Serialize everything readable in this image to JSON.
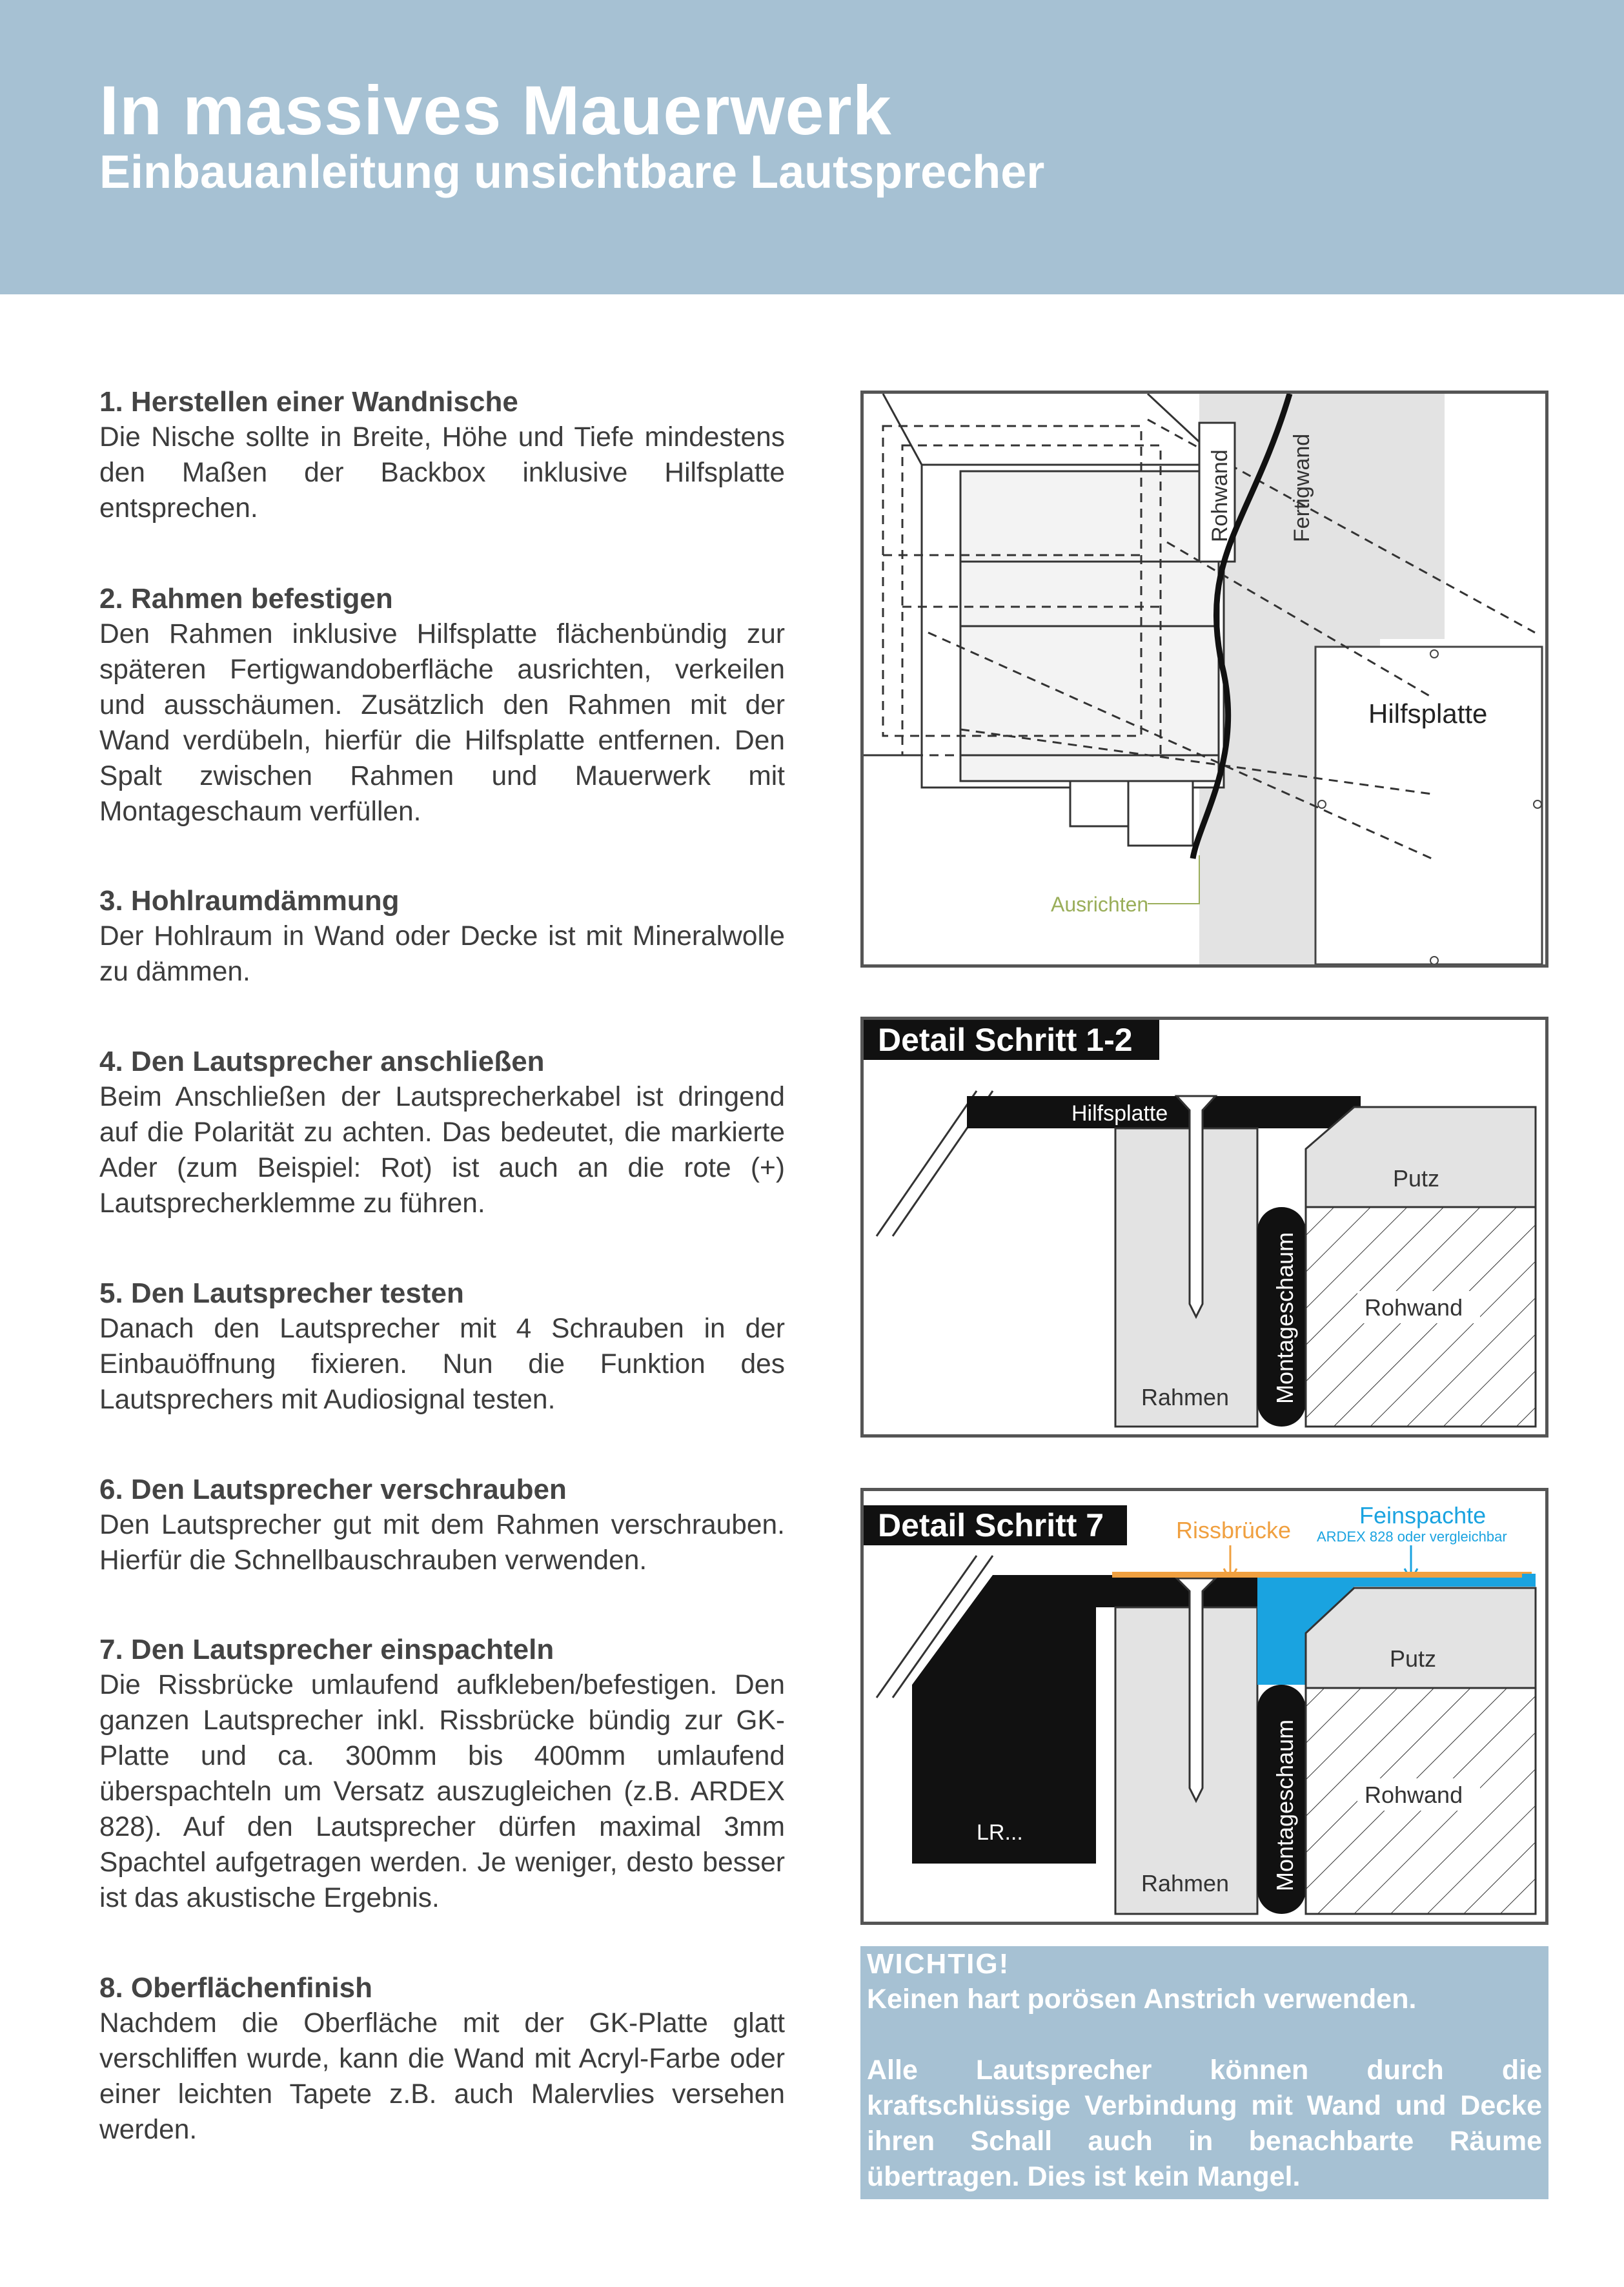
{
  "header": {
    "title": "In massives Mauerwerk",
    "subtitle": "Einbauanleitung unsichtbare Lautsprecher"
  },
  "steps": [
    {
      "title": "1. Herstellen einer Wandnische",
      "text": "Die Nische sollte in Breite, Höhe und Tiefe mindestens den Maßen der Backbox inklusive Hilfsplatte entsprechen."
    },
    {
      "title": "2. Rahmen befestigen",
      "text": "Den Rahmen inklusive Hilfsplatte flächenbündig zur späteren Fertigwandoberfläche ausrichten, verkeilen und ausschäumen. Zusätzlich den Rahmen mit der Wand verdübeln, hierfür die Hilfsplatte entfernen. Den Spalt zwischen Rahmen und Mauerwerk mit Montageschaum verfüllen."
    },
    {
      "title": "3. Hohlraumdämmung",
      "text": "Der Hohlraum in Wand oder Decke ist mit Mineralwolle zu dämmen."
    },
    {
      "title": "4. Den Lautsprecher anschließen",
      "text": "Beim Anschließen der Lautsprecherkabel ist dringend auf die Polarität zu achten. Das bedeutet, die markierte Ader (zum Beispiel: Rot) ist auch an die rote (+) Lautsprecherklemme zu führen."
    },
    {
      "title": "5. Den Lautsprecher testen",
      "text": "Danach den Lautsprecher mit 4 Schrauben in der Einbauöffnung fixieren. Nun die Funktion des Lautsprechers mit Audiosignal testen."
    },
    {
      "title": "6. Den Lautsprecher verschrauben",
      "text": "Den Lautsprecher gut mit dem Rahmen verschrauben. Hierfür die Schnellbauschrauben verwenden."
    },
    {
      "title": "7. Den Lautsprecher einspachteln",
      "text": "Die Rissbrücke umlaufend aufkleben/befestigen. Den ganzen Lautsprecher inkl. Rissbrücke bündig zur GK-Platte und ca. 300mm bis 400mm umlaufend überspachteln um Versatz auszugleichen (z.B. ARDEX 828). Auf den Lautsprecher dürfen maximal 3mm Spachtel aufgetragen werden. Je weniger, desto besser ist das akustische Ergebnis."
    },
    {
      "title": "8. Oberflächenfinish",
      "text": "Nachdem die Oberfläche mit der GK-Platte glatt verschliffen wurde, kann die Wand mit Acryl-Farbe oder einer leichten Tapete z.B. auch Malervlies versehen werden."
    }
  ],
  "figure1": {
    "rohwand": "Rohwand",
    "fertigwand": "Fertigwand",
    "hilfsplatte": "Hilfsplatte",
    "ausrichten": "Ausrichten"
  },
  "figure2": {
    "title": "Detail Schritt 1-2",
    "hilfsplatte": "Hilfsplatte",
    "putz": "Putz",
    "rohwand": "Rohwand",
    "montageschaum": "Montageschaum",
    "rahmen": "Rahmen"
  },
  "figure3": {
    "title": "Detail Schritt 7",
    "rissbruecke": "Rissbrücke",
    "feinspachte": "Feinspachte",
    "feinspachte_note": "ARDEX 828 oder vergleichbar",
    "putz": "Putz",
    "rohwand": "Rohwand",
    "montageschaum": "Montageschaum",
    "rahmen": "Rahmen",
    "lr": "LR..."
  },
  "note": {
    "title": "WICHTIG!",
    "line1": "Keinen hart porösen Anstrich verwenden.",
    "line2": "Alle Lautsprecher können durch die kraftschlüssige Verbindung mit Wand und Decke ihren Schall auch in benachbarte Räume übertragen. Dies ist kein Mangel."
  },
  "colors": {
    "header_bg": "#a6c1d3",
    "rissbruecke": "#f0a040",
    "feinspachte": "#1aa3e0",
    "ausrichten": "#9aae5a"
  }
}
